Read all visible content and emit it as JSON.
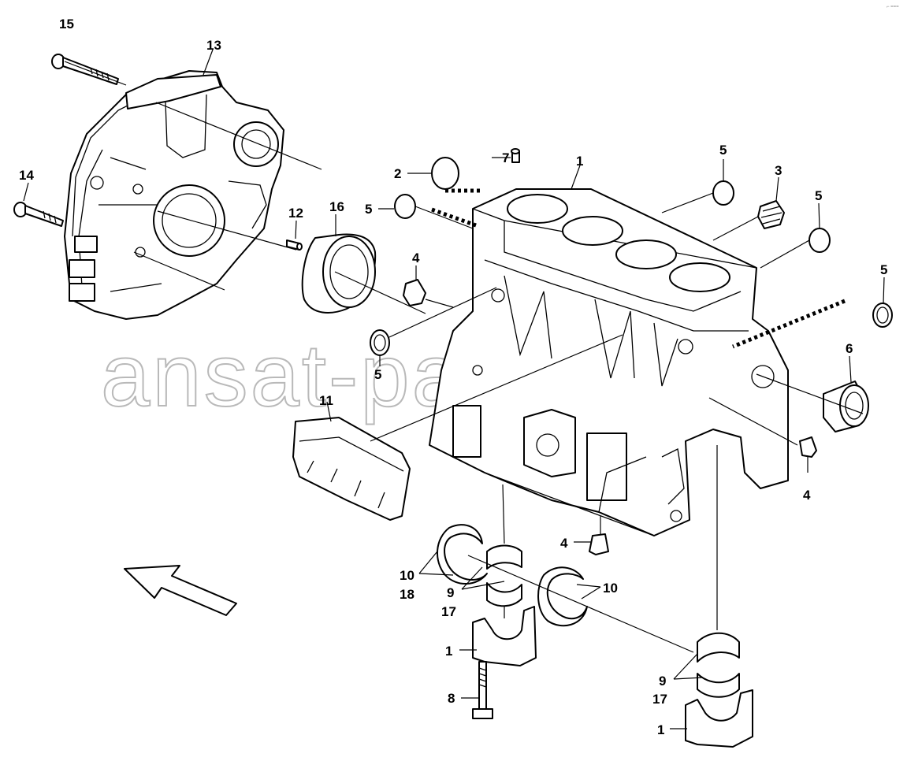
{
  "watermark": "ansat-parts.ru",
  "corner_mark": "⌐ ===",
  "callouts": {
    "c1_block": "1",
    "c1_cap_a": "1",
    "c1_cap_b": "1",
    "c2": "2",
    "c3": "3",
    "c4_top": "4",
    "c4_right": "4",
    "c4_bottom": "4",
    "c5_left": "5",
    "c5_mid": "5",
    "c5_top": "5",
    "c5_right": "5",
    "c5_far_right": "5",
    "c6": "6",
    "c7": "7",
    "c8": "8",
    "c9_a": "9",
    "c9_b": "9",
    "c10_a": "10",
    "c10_b": "10",
    "c11": "11",
    "c12": "12",
    "c13": "13",
    "c14": "14",
    "c15": "15",
    "c16": "16",
    "c17_a": "17",
    "c17_b": "17",
    "c18": "18"
  }
}
